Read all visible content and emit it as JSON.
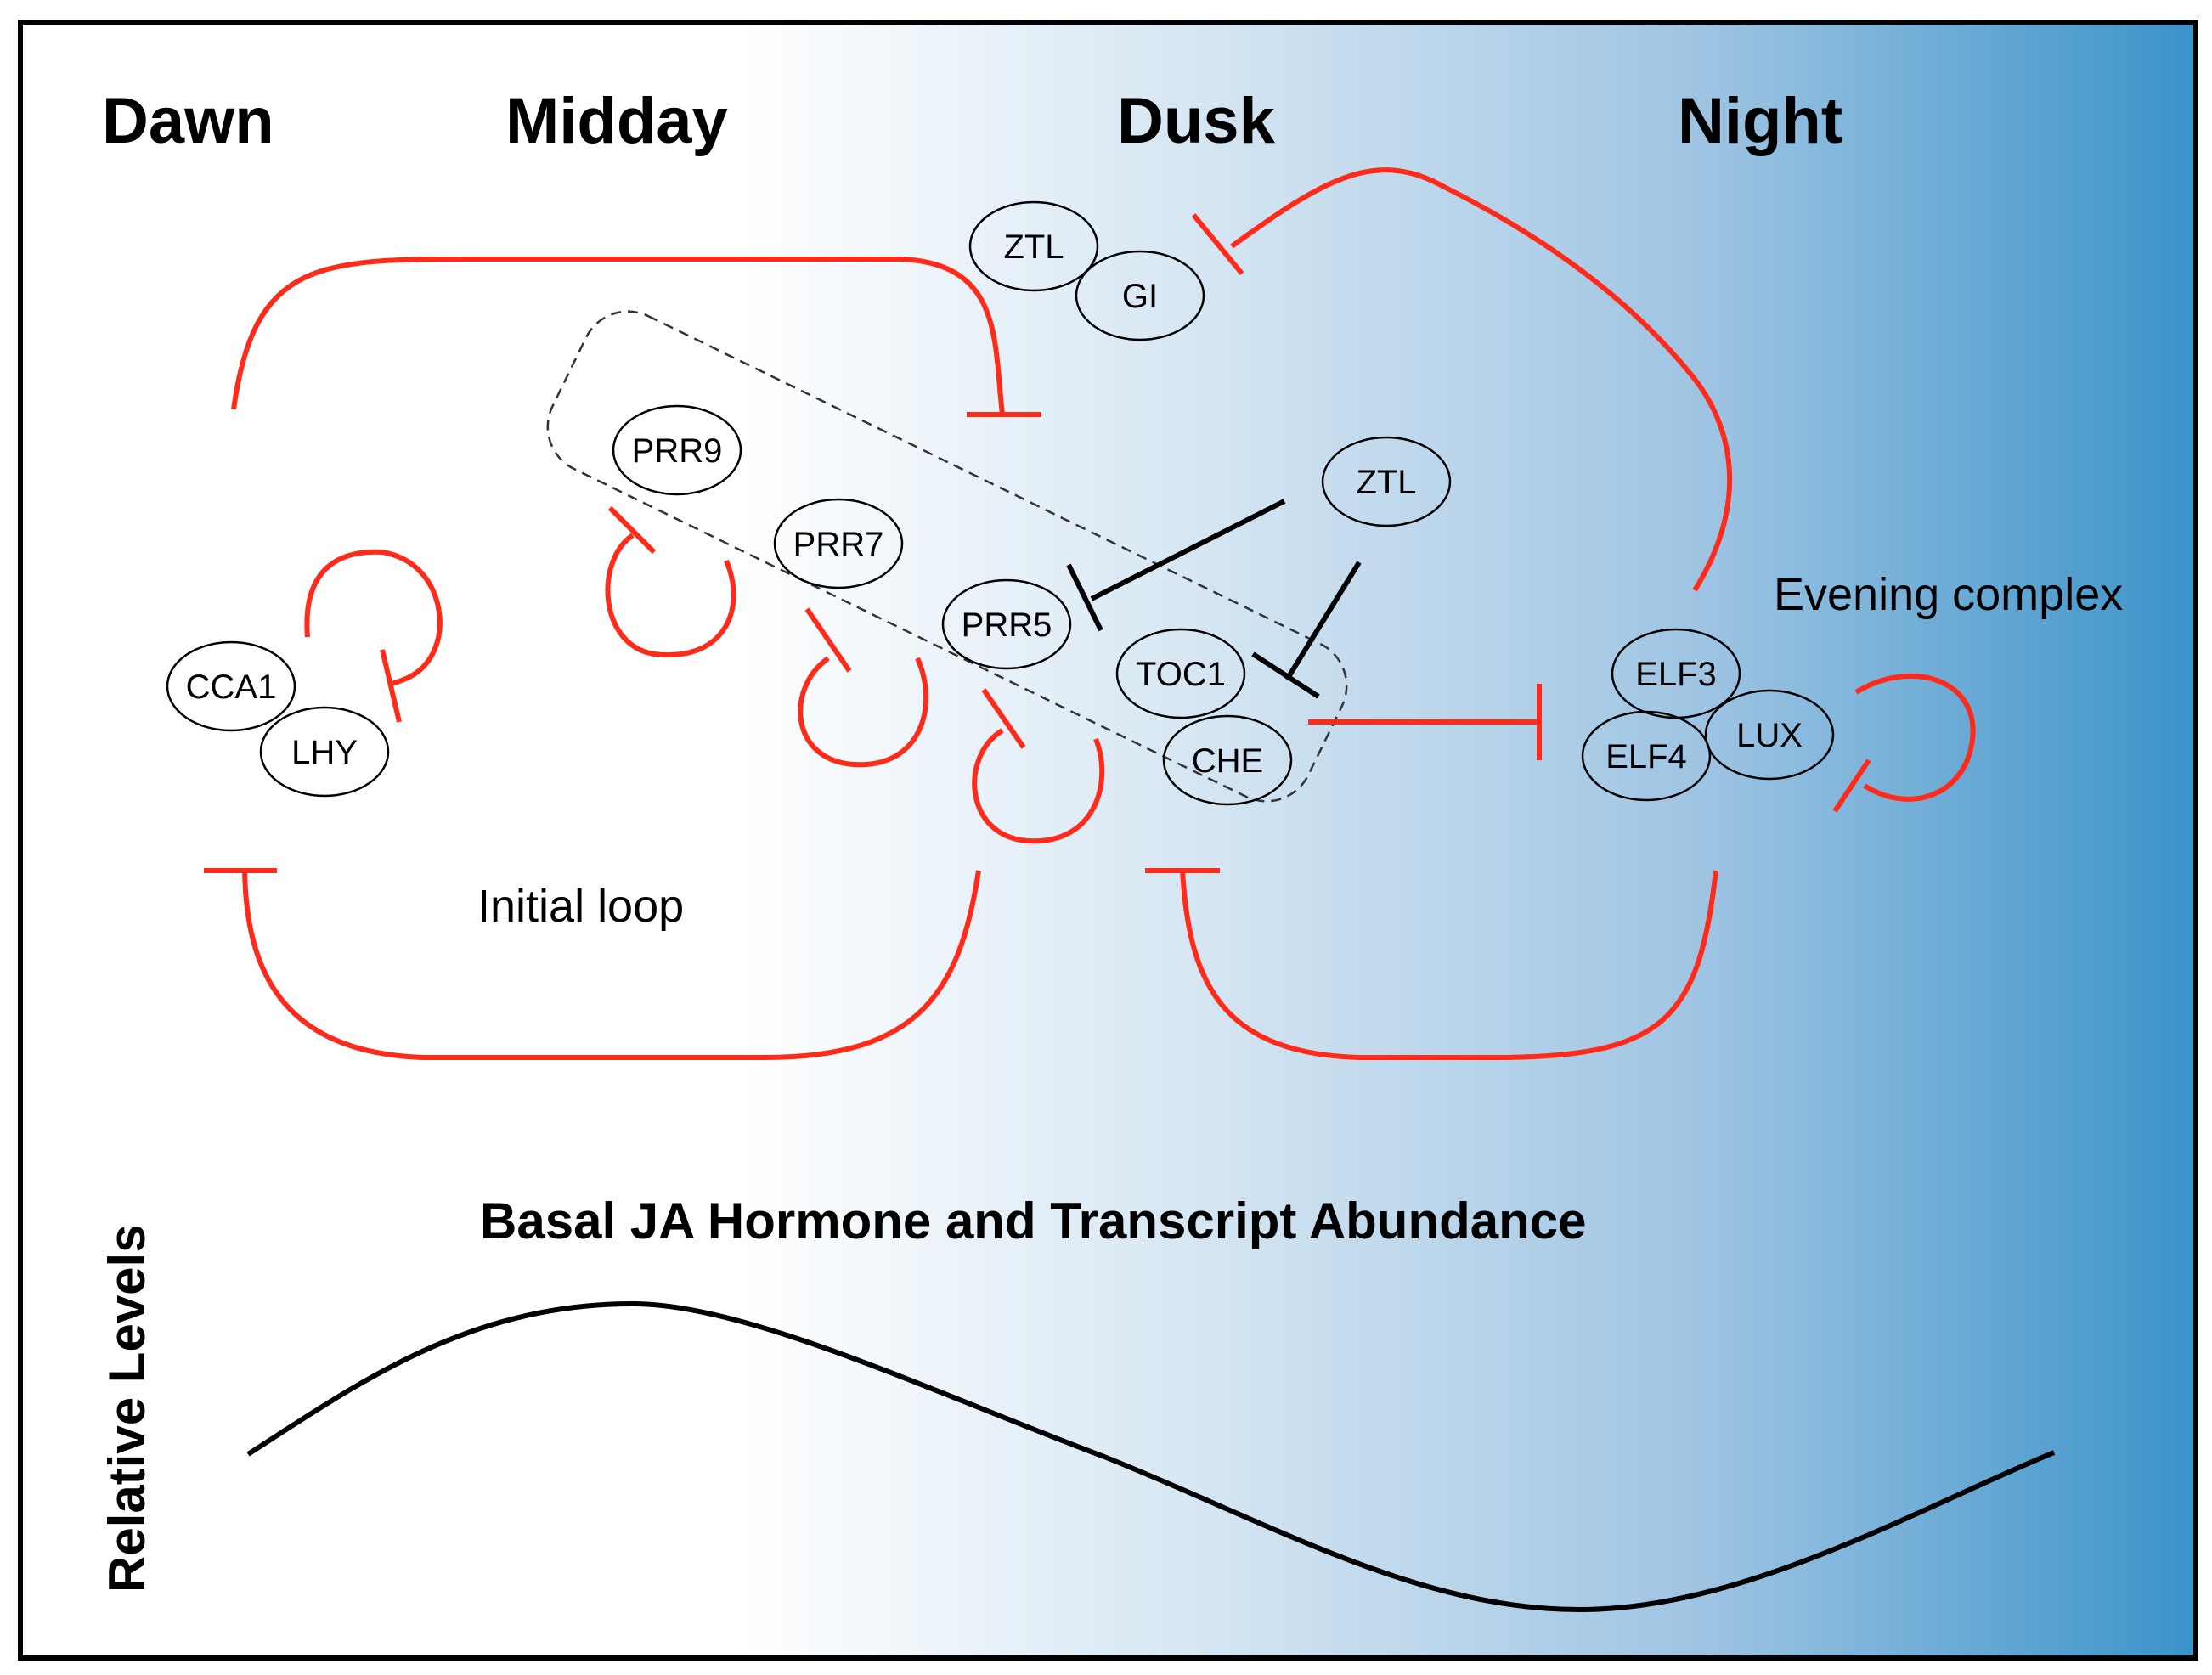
{
  "phases": {
    "dawn": "Dawn",
    "midday": "Midday",
    "dusk": "Dusk",
    "night": "Night"
  },
  "genes": {
    "cca1": "CCA1",
    "lhy": "LHY",
    "prr9": "PRR9",
    "prr7": "PRR7",
    "prr5": "PRR5",
    "toc1": "TOC1",
    "che": "CHE",
    "ztl_top": "ZTL",
    "gi": "GI",
    "ztl_mid": "ZTL",
    "elf3": "ELF3",
    "elf4": "ELF4",
    "lux": "LUX"
  },
  "labels": {
    "evening_complex": "Evening complex",
    "initial_loop": "Initial loop",
    "abundance_title": "Basal JA Hormone and Transcript Abundance",
    "relative_levels": "Relative Levels"
  },
  "colors": {
    "inhibition": "#ff2a1a",
    "gradient_start": "#ffffff",
    "gradient_end": "#3a93c9"
  }
}
